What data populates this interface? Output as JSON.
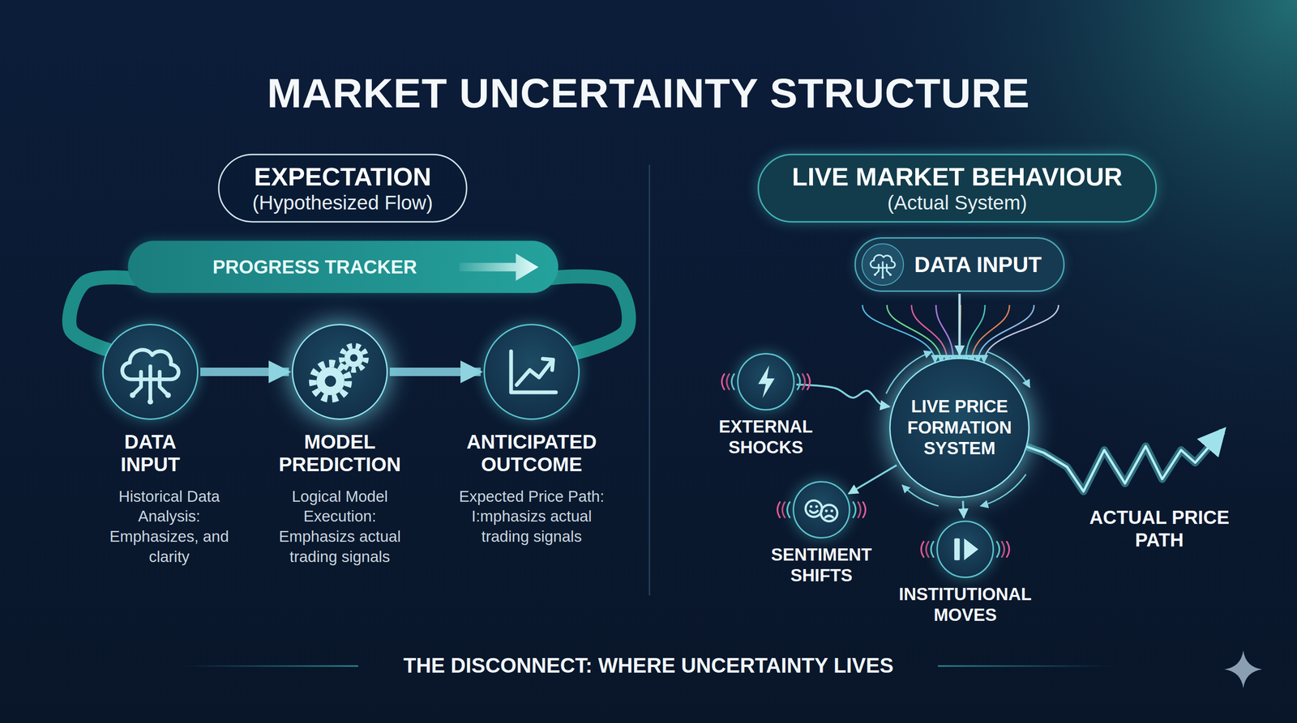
{
  "diagram": {
    "title": "MARKET UNCERTAINTY STRUCTURE",
    "caption": "THE DISCONNECT: WHERE UNCERTAINTY LIVES",
    "nodes": [
      {
        "text": [
          "EXPECTATION",
          "(Hypothesized Flow)"
        ]
      },
      {
        "text": [
          "PROGRESS TRACKER"
        ]
      },
      {
        "text": [
          "DATA INPUT",
          "Historical Data Analysis: Emphasizes, and clarity"
        ]
      },
      {
        "text": [
          "MODEL PREDICTION",
          "Logical Model Execution: Emphasizs actual trading signals"
        ]
      },
      {
        "text": [
          "ANTICIPATED OUTCOME",
          "Expected Price Path: I:mphasizs actual trading signals"
        ]
      },
      {
        "text": [
          "LIVE MARKET BEHAVIOUR",
          "(Actual System)"
        ]
      },
      {
        "text": [
          "DATA INPUT"
        ]
      },
      {
        "text": [
          "LIVE PRICE FORMATION SYSTEM"
        ]
      },
      {
        "text": [
          "EXTERNAL SHOCKS"
        ]
      },
      {
        "text": [
          "SENTIMENT SHIFTS"
        ]
      },
      {
        "text": [
          "INSTITUTIONAL MOVES"
        ]
      }
    ],
    "edges": [
      {
        "from": 2,
        "to": 3,
        "arrow": "to"
      },
      {
        "from": 3,
        "to": 4,
        "arrow": "to"
      },
      {
        "from": 2,
        "to": 1,
        "arrow": "none"
      },
      {
        "from": 1,
        "to": 4,
        "arrow": "none"
      },
      {
        "from": 6,
        "to": 7,
        "arrow": "to"
      },
      {
        "from": 8,
        "to": 7,
        "arrow": "to"
      },
      {
        "from": 7,
        "to": 9,
        "arrow": "to"
      },
      {
        "from": 7,
        "to": 10,
        "arrow": "to"
      }
    ],
    "labels": [
      "ACTUAL PRICE PATH"
    ]
  }
}
